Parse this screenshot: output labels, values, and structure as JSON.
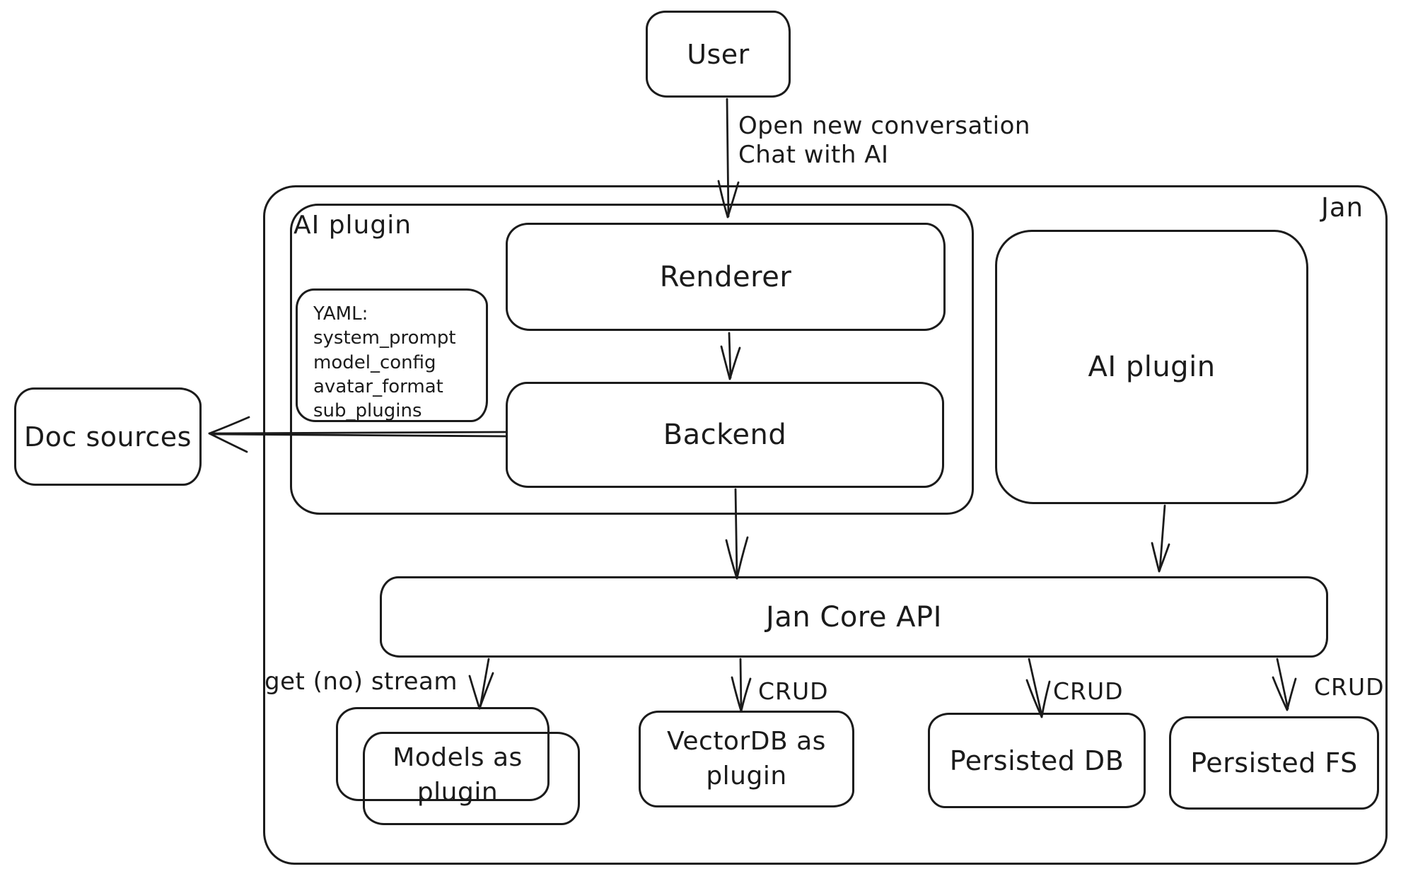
{
  "colors": {
    "stroke": "#1b1b1b",
    "background": "#ffffff"
  },
  "diagram": {
    "container_label": "Jan",
    "group_ai_plugin_label": "AI plugin",
    "nodes": {
      "user": "User",
      "renderer": "Renderer",
      "backend": "Backend",
      "doc_sources": "Doc sources",
      "ai_plugin_right": "AI plugin",
      "jan_core_api": "Jan Core API",
      "models_as_plugin": "Models as plugin",
      "vectordb_as_plugin": "VectorDB as plugin",
      "persisted_db": "Persisted DB",
      "persisted_fs": "Persisted FS"
    },
    "yaml_note": {
      "title": "YAML:",
      "lines": [
        "system_prompt",
        "model_config",
        "avatar_format",
        "sub_plugins"
      ]
    },
    "edge_labels": {
      "user_to_renderer": "Open new conversation\nChat with AI",
      "get_no_stream": "get (no) stream",
      "crud_vectordb": "CRUD",
      "crud_persisted_db": "CRUD",
      "crud_persisted_fs": "CRUD"
    }
  }
}
